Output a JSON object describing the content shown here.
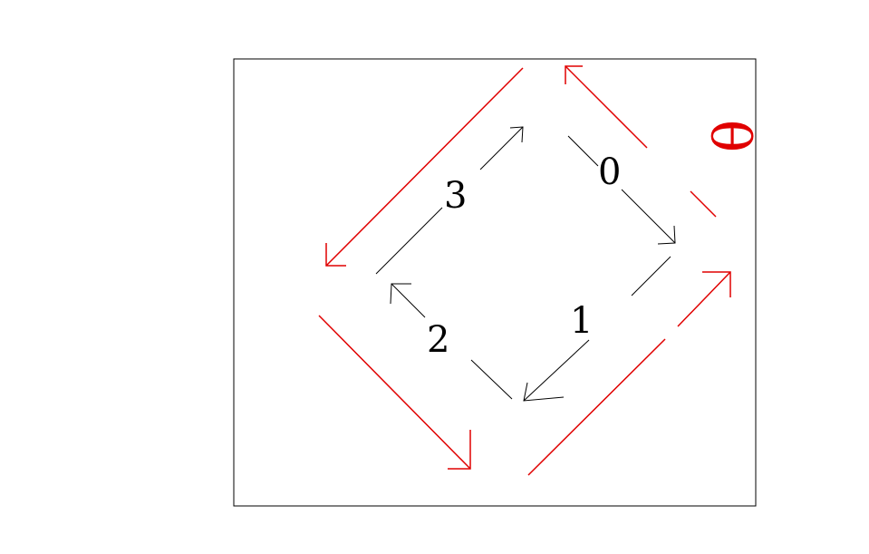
{
  "colors": {
    "black": "#000000",
    "red": "#e00000",
    "background": "#ffffff"
  },
  "labels": {
    "edge_0": "0",
    "edge_1": "1",
    "edge_2": "2",
    "edge_3": "3",
    "theta": "θ"
  },
  "arrows": {
    "inner": [
      "edge-0-arrow",
      "edge-1-arrow",
      "edge-2-arrow",
      "edge-3-arrow"
    ],
    "outer": [
      "top-left-arrow",
      "top-right-arrow",
      "bottom-left-arrow",
      "bottom-right-arrow"
    ]
  }
}
